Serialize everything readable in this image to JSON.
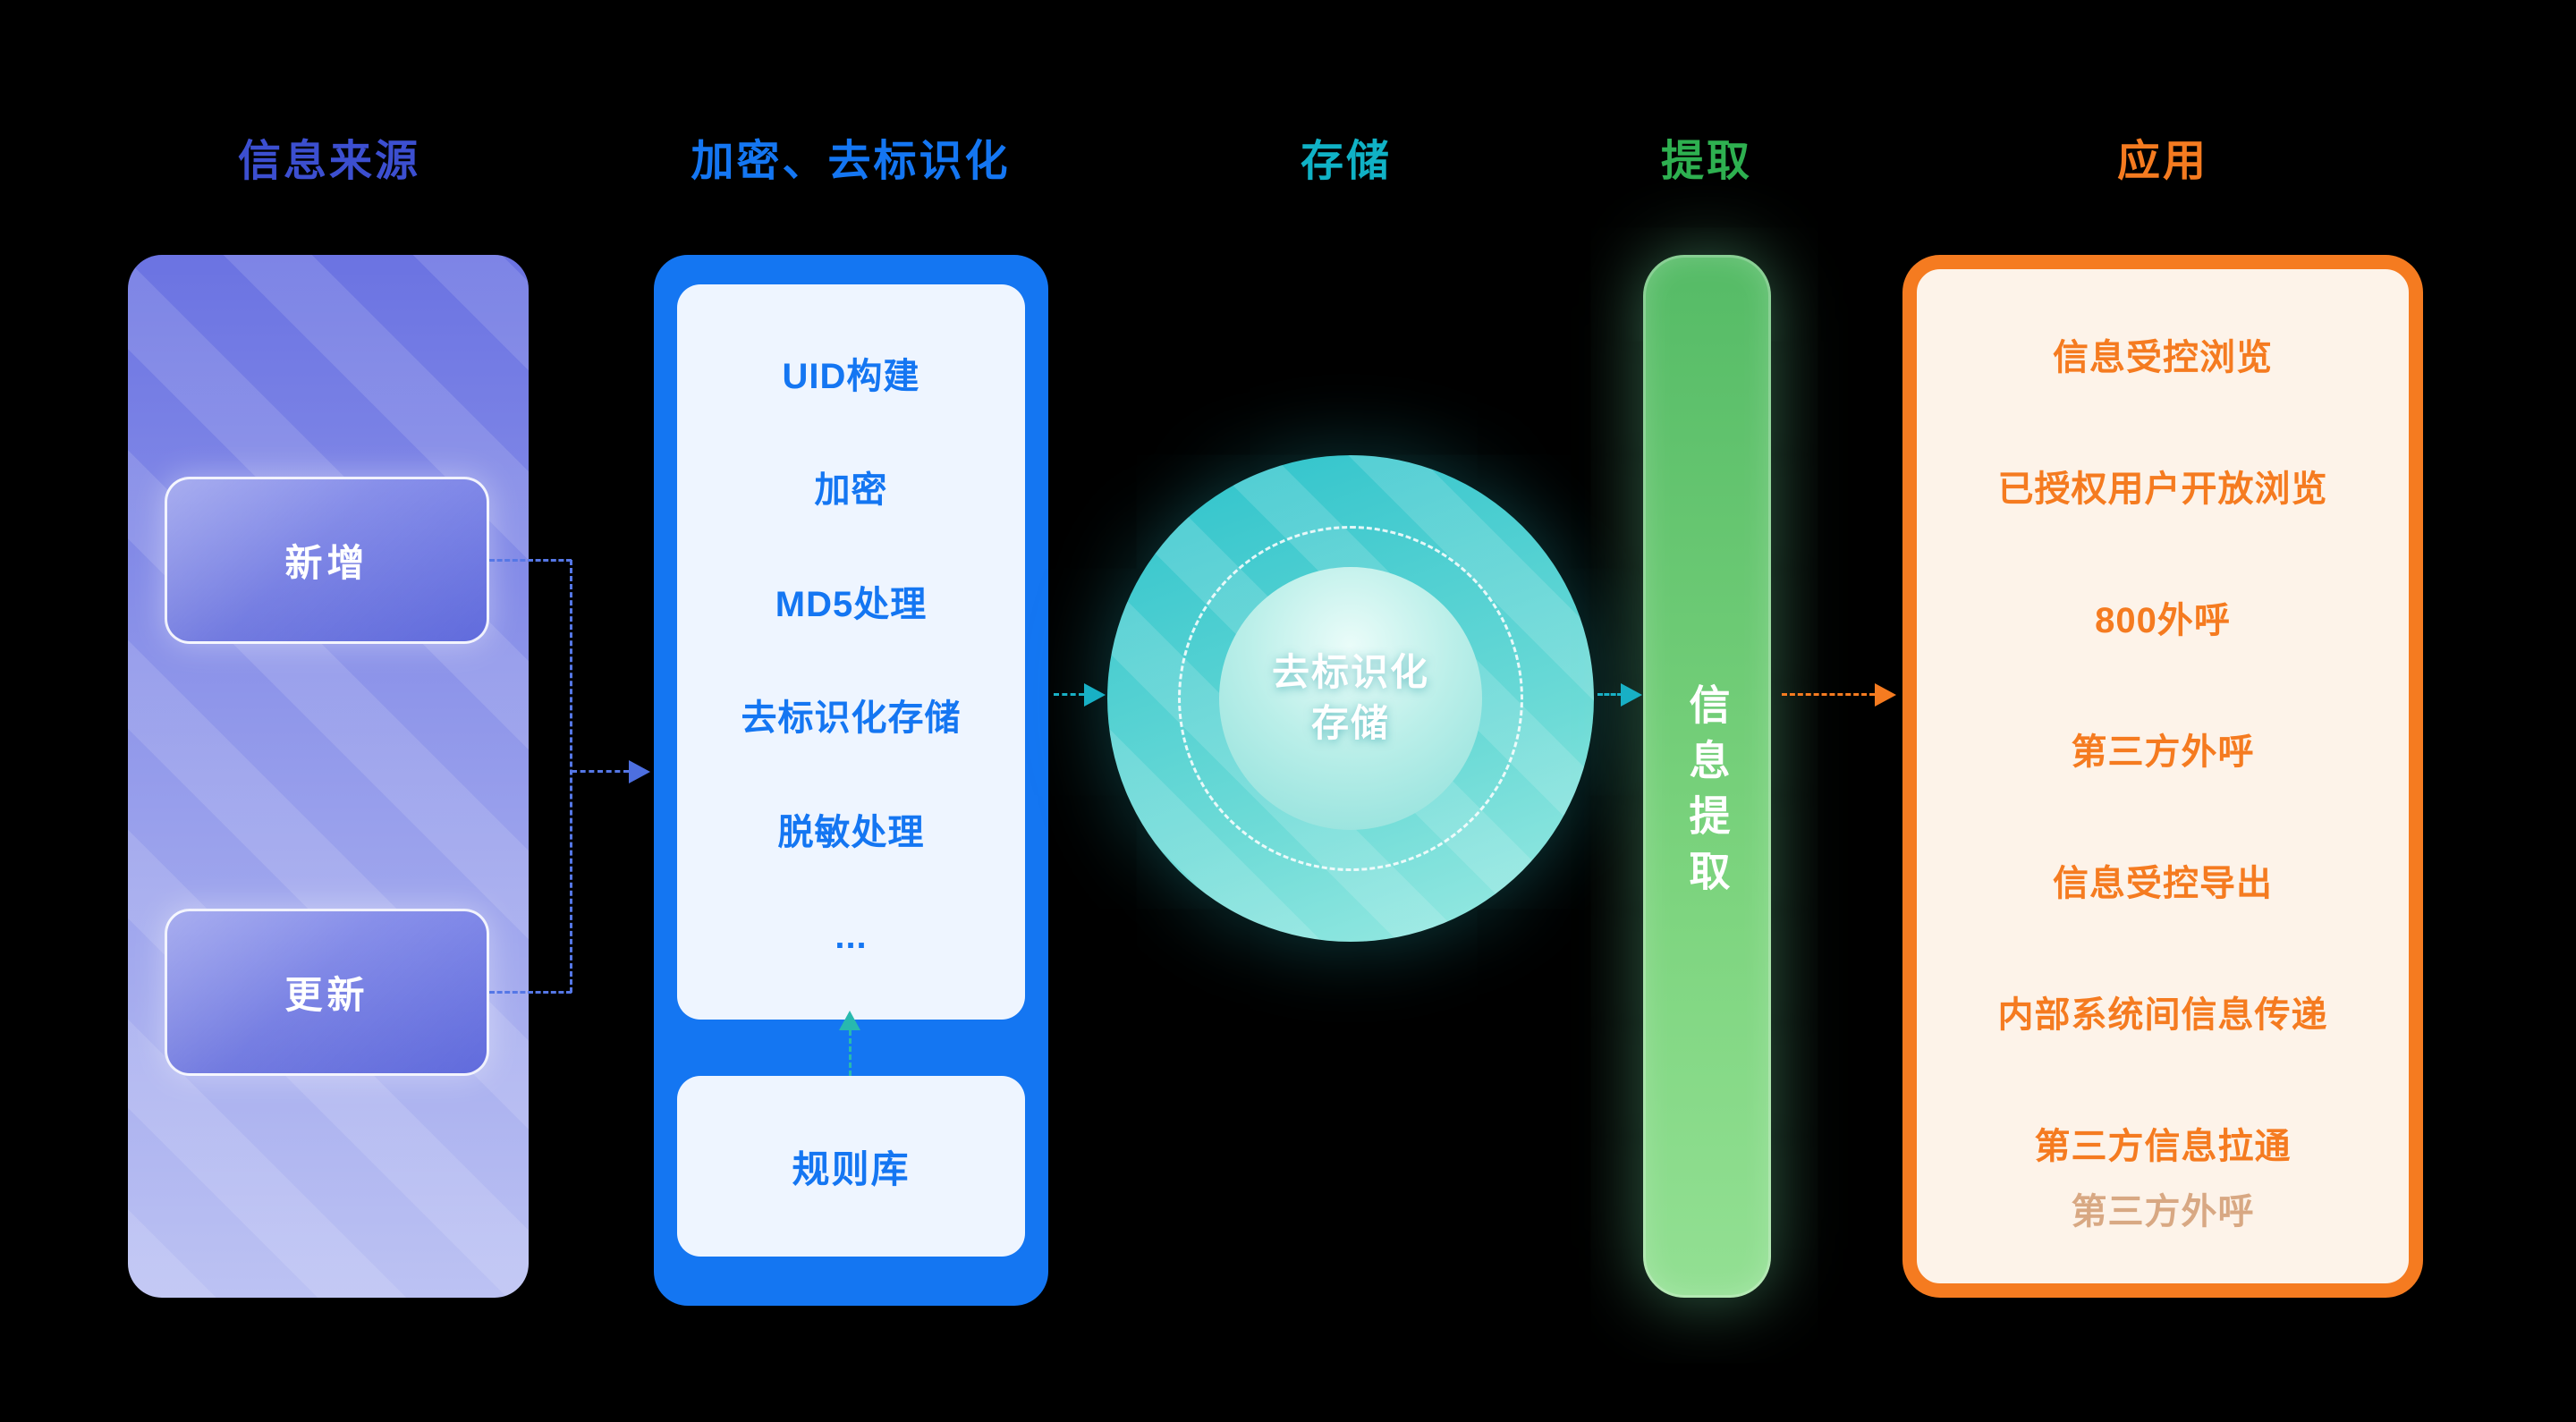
{
  "headers": {
    "source": "信息来源",
    "encrypt": "加密、去标识化",
    "storage": "存储",
    "extract": "提取",
    "apply": "应用"
  },
  "source": {
    "add_label": "新增",
    "update_label": "更新"
  },
  "encrypt": {
    "steps": [
      "UID构建",
      "加密",
      "MD5处理",
      "去标识化存储",
      "脱敏处理",
      "..."
    ],
    "rule_base_label": "规则库"
  },
  "storage": {
    "label_line1": "去标识化",
    "label_line2": "存储"
  },
  "extract": {
    "label": "信息提取"
  },
  "apply": {
    "items": [
      "信息受控浏览",
      "已授权用户开放浏览",
      "800外呼",
      "第三方外呼",
      "信息受控导出",
      "内部系统间信息传递",
      "第三方信息拉通",
      "第三方外呼"
    ]
  },
  "colors": {
    "background": "#000000",
    "source_header": "#3c4fd0",
    "encrypt_blue": "#1476f2",
    "storage_teal": "#10b2c6",
    "extract_green": "#2eb050",
    "apply_orange": "#f57b20"
  }
}
